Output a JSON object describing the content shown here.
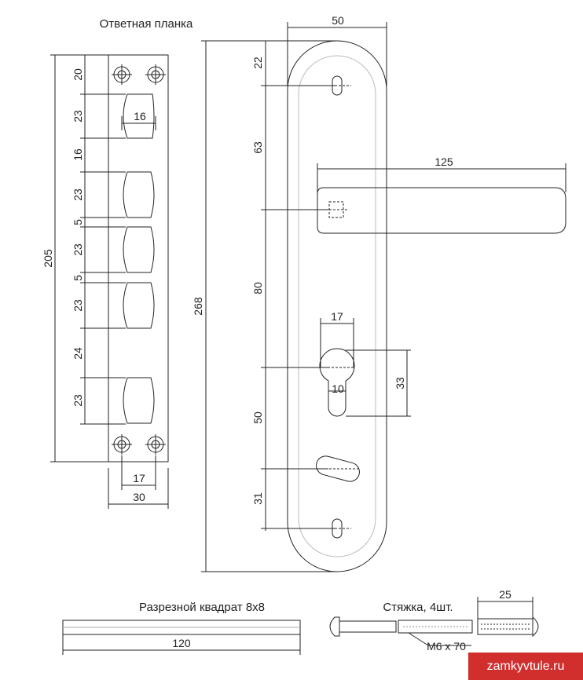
{
  "captions": {
    "strike_plate": "Ответная планка",
    "square_bar": "Разрезной квадрат 8х8",
    "screws": "Стяжка, 4шт.",
    "screw_size": "М6 х 70"
  },
  "watermark": "zamkyvtule.ru",
  "dimensions": {
    "plate_height": "205",
    "plate_width": "30",
    "plate_hole_spacing": "17",
    "plate_seg_1": "20",
    "plate_seg_2": "23",
    "plate_seg_3": "16",
    "plate_seg_4": "23",
    "plate_seg_5": "5",
    "plate_seg_6": "23",
    "plate_seg_7": "5",
    "plate_seg_8": "23",
    "plate_seg_9": "24",
    "plate_seg_10": "23",
    "plate_slot_width": "16",
    "handle_total_height": "268",
    "handle_width": "50",
    "handle_top_offset": "22",
    "handle_to_lever": "63",
    "lever_length": "125",
    "lever_to_cylinder": "80",
    "cylinder_width": "17",
    "cylinder_slot_width": "10",
    "cylinder_height": "33",
    "cylinder_to_turn": "50",
    "turn_to_screw": "31",
    "square_length": "120",
    "screw_thread": "25"
  },
  "colors": {
    "line": "#222222",
    "watermark_bg": "#d12e2e",
    "watermark_text": "#ffffff"
  }
}
